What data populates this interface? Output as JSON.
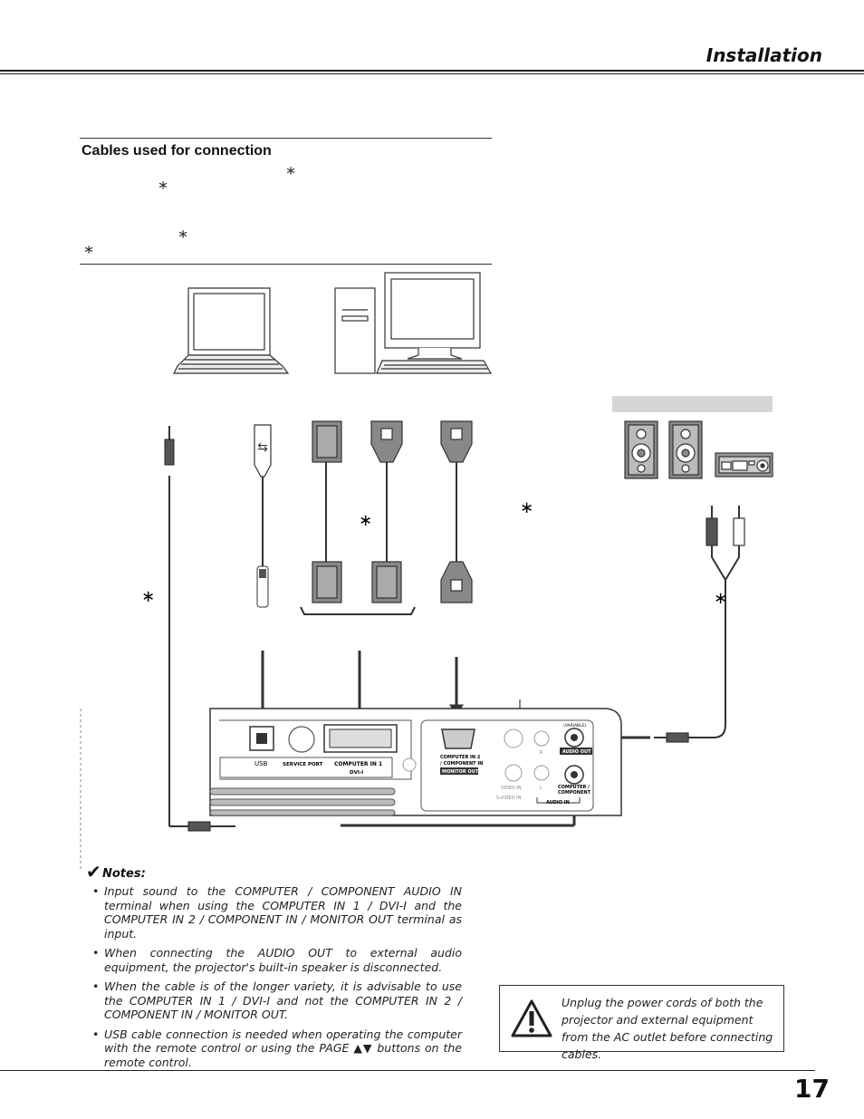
{
  "header": {
    "section_title": "Installation"
  },
  "cables": {
    "title": "Cables used for connection"
  },
  "notes": {
    "check_glyph": "✔",
    "title": "Notes:",
    "items": [
      "Input sound to the COMPUTER / COMPONENT AUDIO IN terminal when using the COMPUTER IN 1 / DVI-I and the COMPUTER IN 2 / COMPONENT IN / MONITOR OUT terminal as input.",
      "When connecting the AUDIO OUT to external audio equipment, the projector's built-in speaker is disconnected.",
      "When the cable is of the longer variety, it is advisable to use the COMPUTER IN 1 / DVI-I and not the COMPUTER IN 2 / COMPONENT IN / MONITOR OUT.",
      "USB cable connection is needed when operating the computer with the remote control or using the PAGE ▲▼ buttons on the remote control."
    ]
  },
  "warning": {
    "text": "Unplug the power cords of both the projector and external equipment from the AC outlet before connecting cables."
  },
  "terminals": {
    "usb": "USB",
    "service_port": "SERVICE PORT",
    "computer_in_1": "COMPUTER IN 1",
    "dvi_i": "DVI-I",
    "computer_in_2_a": "COMPUTER IN 2",
    "computer_in_2_b": "/ COMPONENT IN",
    "monitor_out": "MONITOR OUT",
    "variable": "(VARIABLE)",
    "audio_out": "AUDIO OUT",
    "computer_component_a": "COMPUTER /",
    "computer_component_b": "COMPONENT",
    "audio_in": "AUDIO IN",
    "video_in": "VIDEO IN",
    "s_video_in": "S-VIDEO IN",
    "r": "R",
    "l": "L"
  },
  "page": {
    "number": "17"
  }
}
